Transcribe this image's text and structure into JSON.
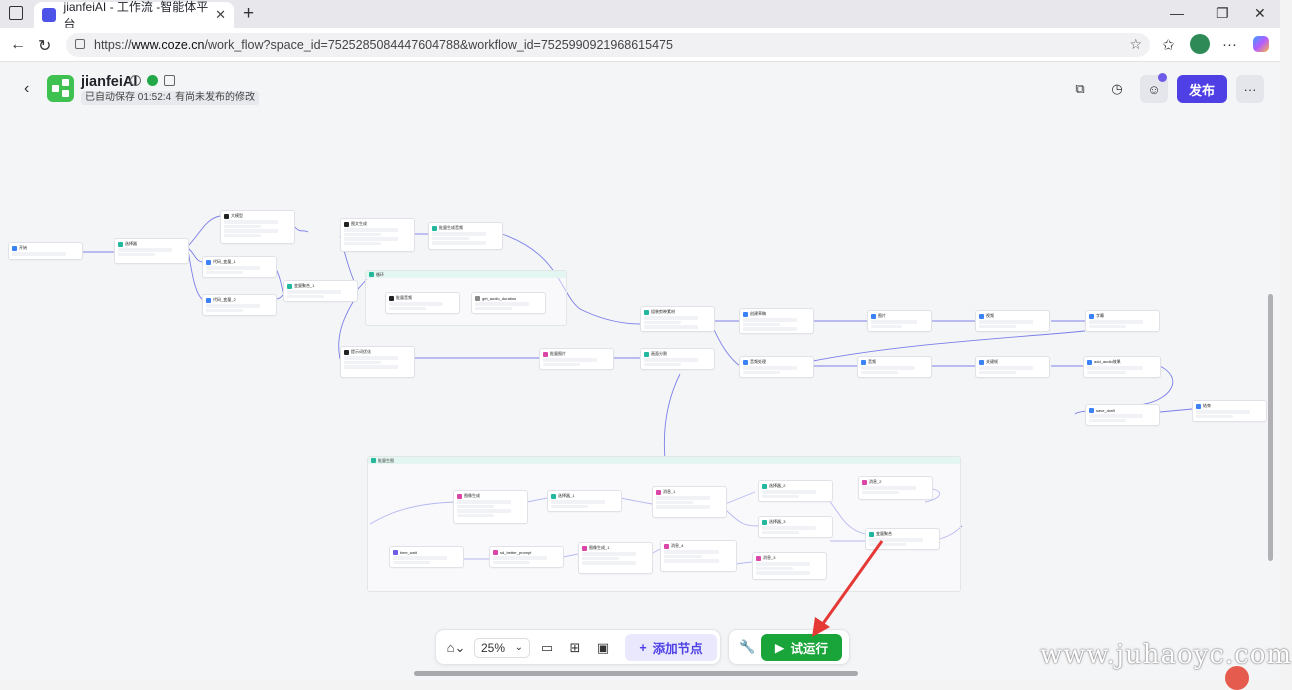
{
  "browser": {
    "tab_title": "jianfeiAI - 工作流 -智能体平台",
    "tab_close": "✕",
    "new_tab": "+",
    "url_scheme": "https://",
    "url_host": "www.coze.cn",
    "url_path": "/work_flow?space_id=7525285084447604788&workflow_id=7525990921968615475",
    "icons": [
      "window-icon",
      "back-icon",
      "reload-icon",
      "lock-icon",
      "star-icon",
      "favorites-icon",
      "profile-icon",
      "more-icon",
      "copilot-icon"
    ]
  },
  "header": {
    "back": "‹",
    "title": "jianfeiAI",
    "autosave": "已自动保存 01:52:43",
    "unpublished": "有尚未发布的修改",
    "publish_label": "发布",
    "more": "···"
  },
  "nodes": [
    {
      "title": "开始",
      "color": "#3b82f6"
    },
    {
      "title": "选择器",
      "color": "#22b8a0"
    },
    {
      "title": "大模型",
      "color": "#222222"
    },
    {
      "title": "代码_变量_1",
      "color": "#3b82f6"
    },
    {
      "title": "代码_变量_2",
      "color": "#3b82f6"
    },
    {
      "title": "变量聚合_1",
      "color": "#22b8a0"
    },
    {
      "title": "图文生成",
      "color": "#222222"
    },
    {
      "title": "批量生成音频",
      "color": "#22b8a0"
    },
    {
      "title": "循环",
      "color": "#25b89a"
    },
    {
      "title": "批量音频",
      "color": "#222222"
    },
    {
      "title": "get_audio_duration",
      "color": "#888888"
    },
    {
      "title": "提示词优化",
      "color": "#222222"
    },
    {
      "title": "批量图片",
      "color": "#d946a8"
    },
    {
      "title": "画面分割",
      "color": "#22b8a0"
    },
    {
      "title": "组装剪映素材",
      "color": "#22b8a0"
    },
    {
      "title": "创建草稿",
      "color": "#3b82f6"
    },
    {
      "title": "图片",
      "color": "#3b82f6"
    },
    {
      "title": "视频",
      "color": "#3b82f6"
    },
    {
      "title": "字幕",
      "color": "#3b82f6"
    },
    {
      "title": "音频处理",
      "color": "#3b82f6"
    },
    {
      "title": "音频",
      "color": "#3b82f6"
    },
    {
      "title": "关键帧",
      "color": "#3b82f6"
    },
    {
      "title": "add_audio效果",
      "color": "#3b82f6"
    },
    {
      "title": "save_draft",
      "color": "#3b82f6"
    },
    {
      "title": "结束",
      "color": "#3b82f6"
    },
    {
      "title": "批量生图",
      "color": "#25b89a"
    },
    {
      "title": "图像生成",
      "color": "#d946a8"
    },
    {
      "title": "选择器_1",
      "color": "#22b8a0"
    },
    {
      "title": "消息_1",
      "color": "#d946a8"
    },
    {
      "title": "选择器_2",
      "color": "#22b8a0"
    },
    {
      "title": "消息_2",
      "color": "#d946a8"
    },
    {
      "title": "选择器_3",
      "color": "#22b8a0"
    },
    {
      "title": "消息_3",
      "color": "#d946a8"
    },
    {
      "title": "time_wait",
      "color": "#6c5ce7"
    },
    {
      "title": "sd_better_prompt",
      "color": "#d946a8"
    },
    {
      "title": "图像生成_1",
      "color": "#d946a8"
    },
    {
      "title": "消息_4",
      "color": "#d946a8"
    },
    {
      "title": "变量聚合",
      "color": "#22b8a0"
    }
  ],
  "toolbar": {
    "zoom": "25%",
    "zoom_chevron": "⌄",
    "add_node_label": "添加节点",
    "add_node_plus": "+",
    "test_run_label": "试运行",
    "test_run_play": "▶",
    "wrench": "🔧"
  },
  "watermark": "www.juhaoyc.com",
  "colors": {
    "publish": "#4e40e5",
    "test_run": "#1aa53a",
    "annotation_arrow": "#e53935"
  }
}
